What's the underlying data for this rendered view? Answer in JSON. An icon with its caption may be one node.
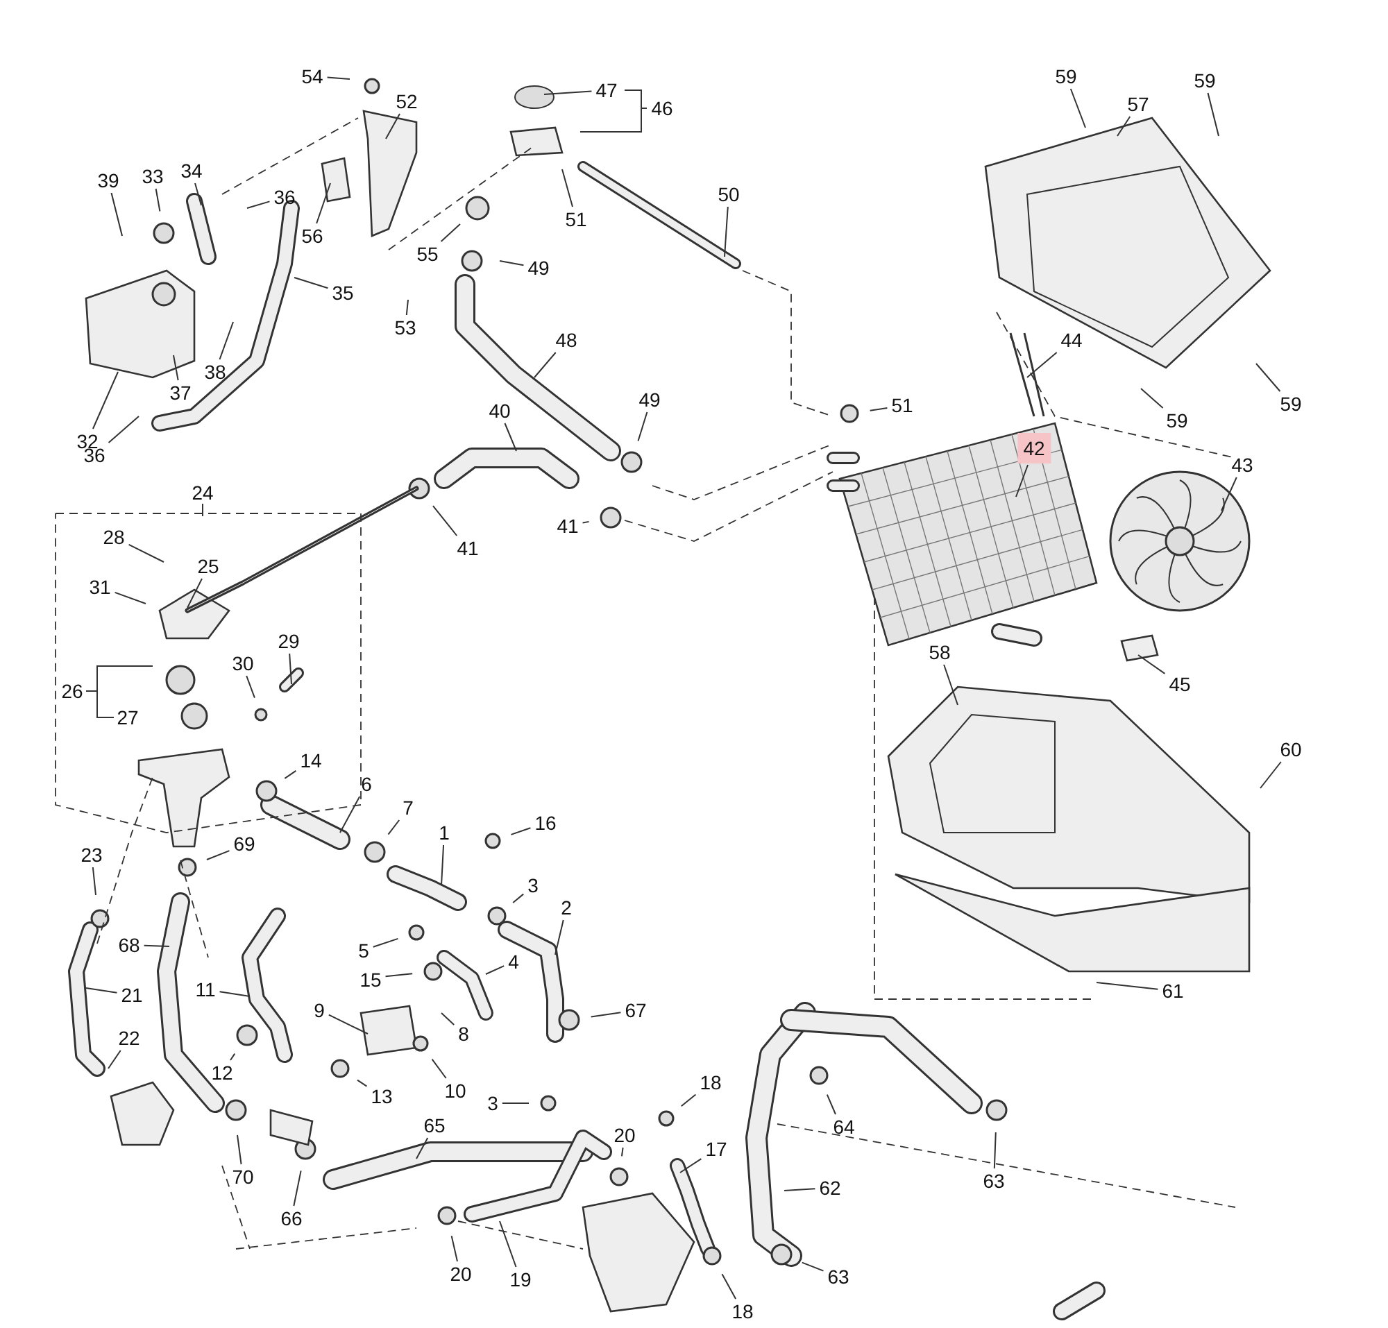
{
  "diagram": {
    "nodes": [
      {
        "text": [
          "54"
        ]
      },
      {
        "text": [
          "47"
        ]
      },
      {
        "text": [
          "59"
        ]
      },
      {
        "text": [
          "59"
        ]
      },
      {
        "text": [
          "52"
        ]
      },
      {
        "text": [
          "57"
        ]
      },
      {
        "text": [
          "34"
        ]
      },
      {
        "text": [
          "33"
        ]
      },
      {
        "text": [
          "39"
        ]
      },
      {
        "text": [
          "36"
        ]
      },
      {
        "text": [
          "50"
        ]
      },
      {
        "text": [
          "51"
        ]
      },
      {
        "text": [
          "56"
        ]
      },
      {
        "text": [
          "55"
        ]
      },
      {
        "text": [
          "49"
        ]
      },
      {
        "text": [
          "35"
        ]
      },
      {
        "text": [
          "53"
        ]
      },
      {
        "text": [
          "44"
        ]
      },
      {
        "text": [
          "48"
        ]
      },
      {
        "text": [
          "38"
        ]
      },
      {
        "text": [
          "37"
        ]
      },
      {
        "text": [
          "59"
        ]
      },
      {
        "text": [
          "51"
        ]
      },
      {
        "text": [
          "49"
        ]
      },
      {
        "text": [
          "40"
        ]
      },
      {
        "text": [
          "59"
        ]
      },
      {
        "text": [
          "32"
        ]
      },
      {
        "text": [
          "36"
        ]
      },
      {
        "text": [
          "42"
        ]
      },
      {
        "text": [
          "43"
        ]
      },
      {
        "text": [
          "41"
        ]
      },
      {
        "text": [
          "28"
        ]
      },
      {
        "text": [
          "41"
        ]
      },
      {
        "text": [
          "25"
        ]
      },
      {
        "text": [
          "31"
        ]
      },
      {
        "text": [
          "29"
        ]
      },
      {
        "text": [
          "30"
        ]
      },
      {
        "text": [
          "58"
        ]
      },
      {
        "text": [
          "45"
        ]
      },
      {
        "text": [
          "60"
        ]
      },
      {
        "text": [
          "14"
        ]
      },
      {
        "text": [
          "6"
        ]
      },
      {
        "text": [
          "7"
        ]
      },
      {
        "text": [
          "16"
        ]
      },
      {
        "text": [
          "1"
        ]
      },
      {
        "text": [
          "69"
        ]
      },
      {
        "text": [
          "23"
        ]
      },
      {
        "text": [
          "3"
        ]
      },
      {
        "text": [
          "2"
        ]
      },
      {
        "text": [
          "68"
        ]
      },
      {
        "text": [
          "5"
        ]
      },
      {
        "text": [
          "4"
        ]
      },
      {
        "text": [
          "15"
        ]
      },
      {
        "text": [
          "11"
        ]
      },
      {
        "text": [
          "21"
        ]
      },
      {
        "text": [
          "67"
        ]
      },
      {
        "text": [
          "9"
        ]
      },
      {
        "text": [
          "8"
        ]
      },
      {
        "text": [
          "61"
        ]
      },
      {
        "text": [
          "22"
        ]
      },
      {
        "text": [
          "12"
        ]
      },
      {
        "text": [
          "10"
        ]
      },
      {
        "text": [
          "13"
        ]
      },
      {
        "text": [
          "3"
        ]
      },
      {
        "text": [
          "18"
        ]
      },
      {
        "text": [
          "20"
        ]
      },
      {
        "text": [
          "65"
        ]
      },
      {
        "text": [
          "64"
        ]
      },
      {
        "text": [
          "17"
        ]
      },
      {
        "text": [
          "70"
        ]
      },
      {
        "text": [
          "62"
        ]
      },
      {
        "text": [
          "63"
        ]
      },
      {
        "text": [
          "66"
        ]
      },
      {
        "text": [
          "63"
        ]
      },
      {
        "text": [
          "20"
        ]
      },
      {
        "text": [
          "19"
        ]
      },
      {
        "text": [
          "18"
        ]
      }
    ],
    "edges": [
      {
        "from": 0,
        "to": null,
        "arrow": "none"
      },
      {
        "from": 1,
        "to": null,
        "arrow": "none"
      },
      {
        "from": 2,
        "to": null,
        "arrow": "none"
      },
      {
        "from": 3,
        "to": null,
        "arrow": "none"
      },
      {
        "from": 4,
        "to": null,
        "arrow": "none"
      },
      {
        "from": 5,
        "to": null,
        "arrow": "none"
      },
      {
        "from": 6,
        "to": null,
        "arrow": "none"
      },
      {
        "from": 7,
        "to": null,
        "arrow": "none"
      },
      {
        "from": 8,
        "to": null,
        "arrow": "none"
      },
      {
        "from": 9,
        "to": null,
        "arrow": "none"
      },
      {
        "from": 10,
        "to": null,
        "arrow": "none"
      },
      {
        "from": 11,
        "to": null,
        "arrow": "none"
      },
      {
        "from": 12,
        "to": null,
        "arrow": "none"
      },
      {
        "from": 13,
        "to": null,
        "arrow": "none"
      },
      {
        "from": 14,
        "to": null,
        "arrow": "none"
      },
      {
        "from": 15,
        "to": null,
        "arrow": "none"
      },
      {
        "from": 16,
        "to": null,
        "arrow": "none"
      },
      {
        "from": 17,
        "to": null,
        "arrow": "none"
      },
      {
        "from": 18,
        "to": null,
        "arrow": "none"
      },
      {
        "from": 19,
        "to": null,
        "arrow": "none"
      },
      {
        "from": 20,
        "to": null,
        "arrow": "none"
      },
      {
        "from": 21,
        "to": null,
        "arrow": "none"
      },
      {
        "from": 22,
        "to": null,
        "arrow": "none"
      },
      {
        "from": 23,
        "to": null,
        "arrow": "none"
      },
      {
        "from": 24,
        "to": null,
        "arrow": "none"
      },
      {
        "from": 25,
        "to": null,
        "arrow": "none"
      },
      {
        "from": 26,
        "to": null,
        "arrow": "none"
      },
      {
        "from": 27,
        "to": null,
        "arrow": "none"
      },
      {
        "from": 28,
        "to": null,
        "arrow": "none"
      },
      {
        "from": 29,
        "to": null,
        "arrow": "none"
      },
      {
        "from": 30,
        "to": null,
        "arrow": "none"
      },
      {
        "from": 31,
        "to": null,
        "arrow": "none"
      },
      {
        "from": 32,
        "to": null,
        "arrow": "none"
      },
      {
        "from": 33,
        "to": null,
        "arrow": "none"
      },
      {
        "from": 34,
        "to": null,
        "arrow": "none"
      },
      {
        "from": 35,
        "to": null,
        "arrow": "none"
      },
      {
        "from": 36,
        "to": null,
        "arrow": "none"
      },
      {
        "from": 37,
        "to": null,
        "arrow": "none"
      },
      {
        "from": 38,
        "to": null,
        "arrow": "none"
      },
      {
        "from": 39,
        "to": null,
        "arrow": "none"
      },
      {
        "from": 40,
        "to": null,
        "arrow": "none"
      },
      {
        "from": 41,
        "to": null,
        "arrow": "none"
      },
      {
        "from": 42,
        "to": null,
        "arrow": "none"
      },
      {
        "from": 43,
        "to": null,
        "arrow": "none"
      },
      {
        "from": 44,
        "to": null,
        "arrow": "none"
      },
      {
        "from": 45,
        "to": null,
        "arrow": "none"
      },
      {
        "from": 46,
        "to": null,
        "arrow": "none"
      },
      {
        "from": 47,
        "to": null,
        "arrow": "none"
      },
      {
        "from": 48,
        "to": null,
        "arrow": "none"
      },
      {
        "from": 49,
        "to": null,
        "arrow": "none"
      },
      {
        "from": 50,
        "to": null,
        "arrow": "none"
      },
      {
        "from": 51,
        "to": null,
        "arrow": "none"
      },
      {
        "from": 52,
        "to": null,
        "arrow": "none"
      },
      {
        "from": 53,
        "to": null,
        "arrow": "none"
      },
      {
        "from": 54,
        "to": null,
        "arrow": "none"
      },
      {
        "from": 55,
        "to": null,
        "arrow": "none"
      },
      {
        "from": 56,
        "to": null,
        "arrow": "none"
      },
      {
        "from": 57,
        "to": null,
        "arrow": "none"
      },
      {
        "from": 58,
        "to": null,
        "arrow": "none"
      },
      {
        "from": 59,
        "to": null,
        "arrow": "none"
      },
      {
        "from": 60,
        "to": null,
        "arrow": "none"
      },
      {
        "from": 61,
        "to": null,
        "arrow": "none"
      },
      {
        "from": 62,
        "to": null,
        "arrow": "none"
      },
      {
        "from": 63,
        "to": null,
        "arrow": "none"
      },
      {
        "from": 64,
        "to": null,
        "arrow": "none"
      },
      {
        "from": 65,
        "to": null,
        "arrow": "none"
      },
      {
        "from": 66,
        "to": null,
        "arrow": "none"
      },
      {
        "from": 67,
        "to": null,
        "arrow": "none"
      },
      {
        "from": 68,
        "to": null,
        "arrow": "none"
      },
      {
        "from": 69,
        "to": null,
        "arrow": "none"
      },
      {
        "from": 70,
        "to": null,
        "arrow": "none"
      },
      {
        "from": 71,
        "to": null,
        "arrow": "none"
      },
      {
        "from": 72,
        "to": null,
        "arrow": "none"
      },
      {
        "from": 73,
        "to": null,
        "arrow": "none"
      },
      {
        "from": 74,
        "to": null,
        "arrow": "none"
      },
      {
        "from": 75,
        "to": null,
        "arrow": "none"
      },
      {
        "from": 76,
        "to": null,
        "arrow": "none"
      }
    ],
    "labels": [
      "46",
      "24",
      "26",
      "27"
    ]
  }
}
